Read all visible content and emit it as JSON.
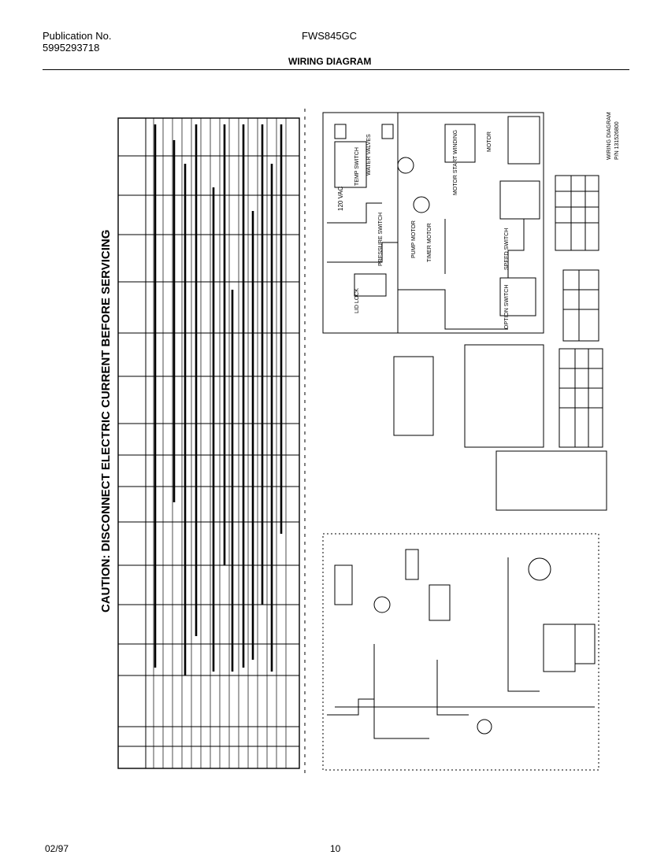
{
  "header": {
    "publication_label": "Publication No.",
    "publication_number": "5995293718",
    "model": "FWS845GC",
    "title": "WIRING DIAGRAM"
  },
  "diagram": {
    "caution": "CAUTION: DISCONNECT ELECTRIC CURRENT BEFORE SERVICING",
    "labels": {
      "voltage": "120 VAC",
      "pump_motor": "PUMP MOTOR",
      "timer_motor": "TIMER MOTOR",
      "motor": "MOTOR",
      "motor_start_winding": "MOTOR START WINDING",
      "lid_lock": "LID LOCK",
      "pressure_switch": "PRESSURE SWITCH",
      "speed_switch": "SPEED SWITCH",
      "option_switch": "OPTION SWITCH",
      "water_valves": "WATER VALVES",
      "temp_switch": "TEMP SWITCH",
      "wiring_diagram": "WIRING DIAGRAM",
      "part_number": "P/N 131526800"
    }
  },
  "footer": {
    "date": "02/97",
    "page": "10"
  }
}
